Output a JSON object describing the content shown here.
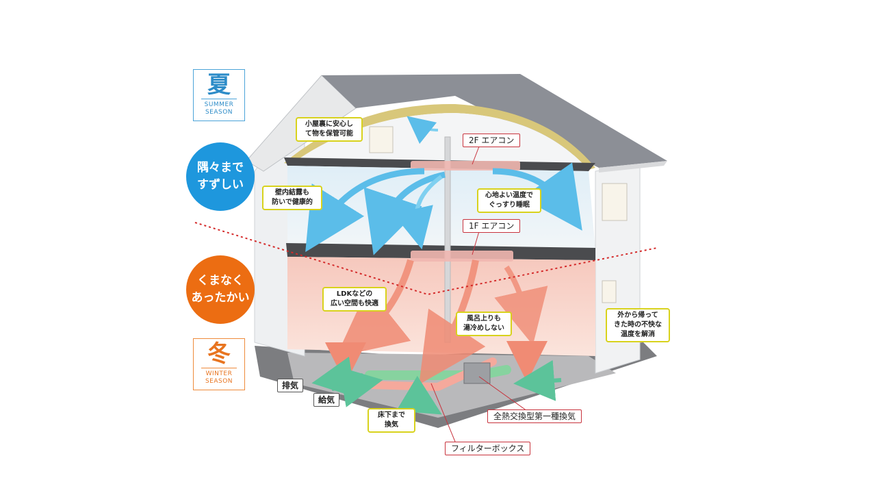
{
  "seasons": {
    "summer": {
      "kanji": "夏",
      "en_line1": "SUMMER",
      "en_line2": "SEASON"
    },
    "winter": {
      "kanji": "冬",
      "en_line1": "WINTER",
      "en_line2": "SEASON"
    }
  },
  "badges": {
    "summer": {
      "line1": "隅々まで",
      "line2": "すずしい"
    },
    "winter": {
      "line1": "くまなく",
      "line2": "あったかい"
    }
  },
  "callouts": {
    "attic": {
      "line1": "小屋裏に安心し",
      "line2": "て物を保管可能"
    },
    "wall": {
      "line1": "壁内結露も",
      "line2": "防いで健康的"
    },
    "sleep": {
      "line1": "心地よい温度で",
      "line2": "ぐっすり睡眠"
    },
    "ldk": {
      "line1": "LDKなどの",
      "line2": "広い空間も快適"
    },
    "bath": {
      "line1": "風呂上りも",
      "line2": "湯冷めしない"
    },
    "entry": {
      "line1": "外から帰って",
      "line2": "きた時の不快な",
      "line3": "温度を解消"
    },
    "underfloor": {
      "line1": "床下まで",
      "line2": "換気"
    }
  },
  "tags": {
    "ac2f": "2F エアコン",
    "ac1f": "1F エアコン",
    "ventilation": "全熱交換型第一種換気",
    "filter": "フィルターボックス"
  },
  "flows": {
    "exhaust": "排気",
    "supply": "給気"
  },
  "colors": {
    "summer_blue": "#1e97dd",
    "winter_orange": "#ec6d12",
    "callout_border": "#d8d21c",
    "tag_border": "#c8323c",
    "roof": "#8c8f96",
    "cool_arrow": "#5bbde9",
    "warm_arrow": "#f08b74"
  }
}
